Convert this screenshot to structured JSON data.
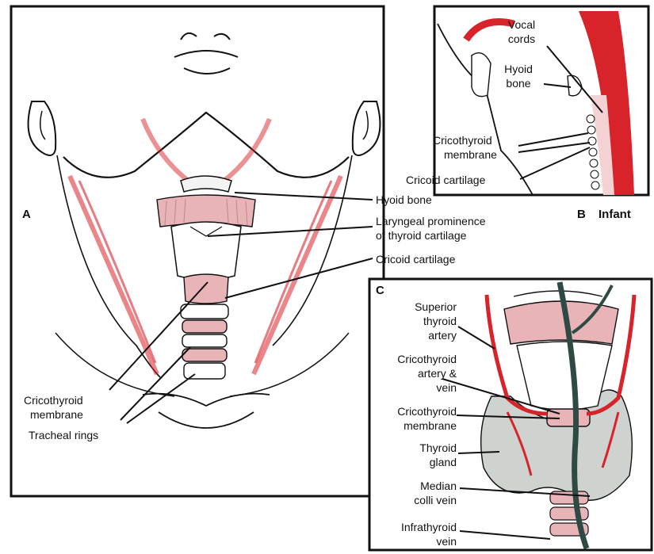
{
  "panel_a": {
    "letter": "A",
    "labels": {
      "hyoid_bone": "Hyoid bone",
      "laryngeal_prominence_1": "Laryngeal prominence",
      "laryngeal_prominence_2": "of thyroid cartilage",
      "cricoid_cartilage": "Cricoid cartilage",
      "cricothyroid_membrane_1": "Cricothyroid",
      "cricothyroid_membrane_2": "membrane",
      "tracheal_rings": "Tracheal rings"
    }
  },
  "panel_b": {
    "letter": "B",
    "title": "Infant",
    "labels": {
      "vocal_cords_1": "Vocal",
      "vocal_cords_2": "cords",
      "hyoid_bone_1": "Hyoid",
      "hyoid_bone_2": "bone",
      "cricothyroid_membrane_1": "Cricothyroid",
      "cricothyroid_membrane_2": "membrane",
      "cricoid_cartilage": "Cricoid cartilage"
    }
  },
  "panel_c": {
    "letter": "C",
    "labels": {
      "superior_thyroid_artery_1": "Superior",
      "superior_thyroid_artery_2": "thyroid",
      "superior_thyroid_artery_3": "artery",
      "cricothyroid_artery_1": "Cricothyroid",
      "cricothyroid_artery_2": "artery &",
      "cricothyroid_artery_3": "vein",
      "cricothyroid_membrane_1": "Cricothyroid",
      "cricothyroid_membrane_2": "membrane",
      "thyroid_gland_1": "Thyroid",
      "thyroid_gland_2": "gland",
      "median_colli_vein_1": "Median",
      "median_colli_vein_2": "colli vein",
      "infrathyroid_vein_1": "Infrathyroid",
      "infrathyroid_vein_2": "vein"
    }
  },
  "colors": {
    "muscle_red": "#d8232a",
    "cartilage_pink": "#e8b4b8",
    "gland_gray": "#cfd3d0",
    "vein_dark": "#2f4a44",
    "outline": "#111111"
  }
}
